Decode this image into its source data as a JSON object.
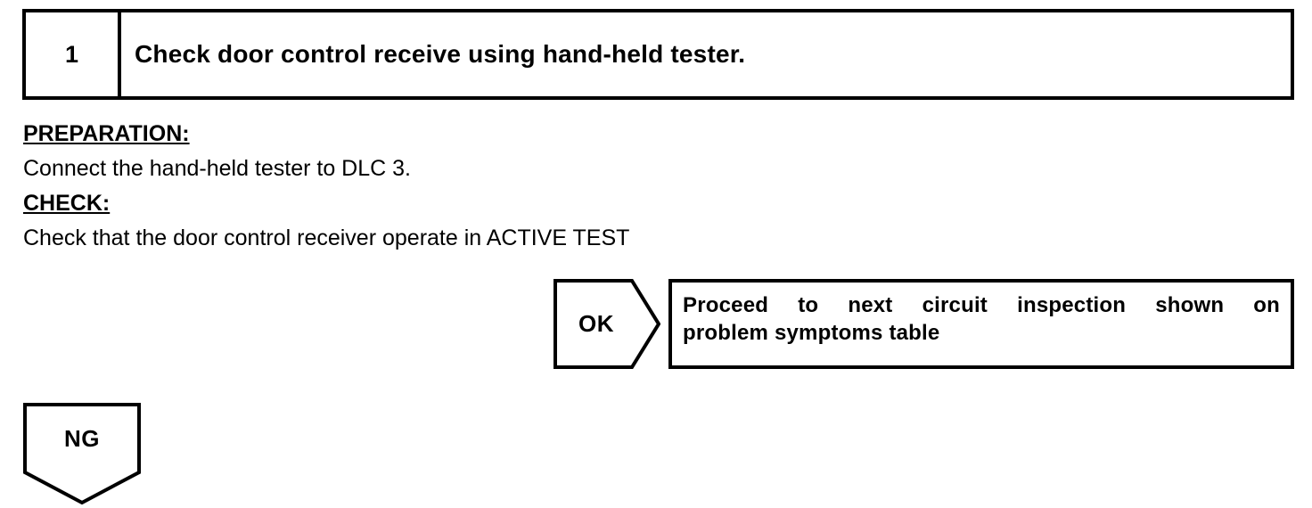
{
  "step": {
    "number": "1",
    "title": "Check door control receive using hand-held tester."
  },
  "body": {
    "preparation_label": "PREPARATION:",
    "preparation_text": "Connect the hand-held tester to DLC 3.",
    "check_label": "CHECK:",
    "check_text": "Check that the door control receiver operate in ACTIVE TEST"
  },
  "branches": {
    "ok": {
      "label": "OK",
      "result_line_1": "Proceed to next circuit inspection shown on",
      "result_line_2": "problem symptoms table"
    },
    "ng": {
      "label": "NG"
    }
  },
  "colors": {
    "ink": "#000000",
    "paper": "#ffffff"
  }
}
